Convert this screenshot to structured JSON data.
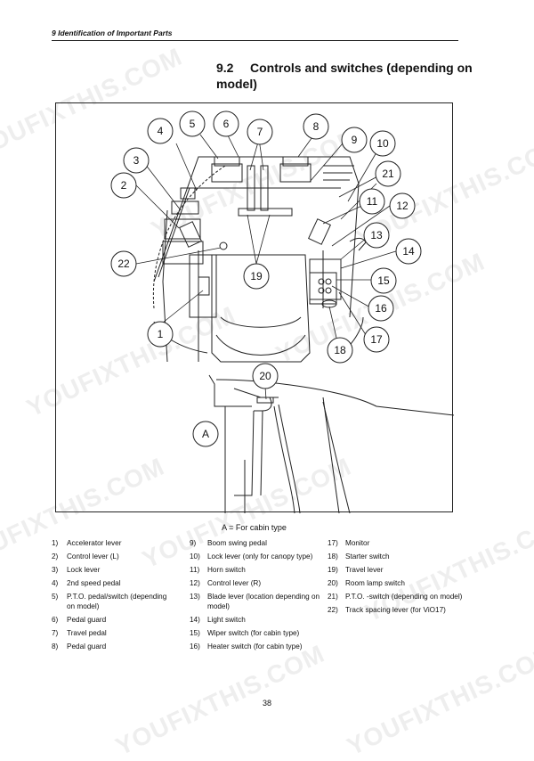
{
  "header": {
    "running_title": "9 Identification of Important Parts"
  },
  "section": {
    "number": "9.2",
    "title": "Controls and switches (depending on model)"
  },
  "figure": {
    "callouts": [
      "1",
      "2",
      "3",
      "4",
      "5",
      "6",
      "7",
      "8",
      "9",
      "10",
      "11",
      "12",
      "13",
      "14",
      "15",
      "16",
      "17",
      "18",
      "19",
      "20",
      "21",
      "22"
    ],
    "inset_label": "A",
    "caption": "A = For cabin type"
  },
  "legend": {
    "col1": [
      {
        "num": "1)",
        "text": "Accelerator lever"
      },
      {
        "num": "2)",
        "text": "Control lever (L)"
      },
      {
        "num": "3)",
        "text": "Lock lever"
      },
      {
        "num": "4)",
        "text": "2nd speed pedal"
      },
      {
        "num": "5)",
        "text": "P.T.O. pedal/switch (depending on model)"
      },
      {
        "num": "6)",
        "text": "Pedal guard"
      },
      {
        "num": "7)",
        "text": "Travel pedal"
      },
      {
        "num": "8)",
        "text": "Pedal guard"
      }
    ],
    "col2": [
      {
        "num": "9)",
        "text": "Boom swing pedal"
      },
      {
        "num": "10)",
        "text": "Lock lever (only for canopy type)"
      },
      {
        "num": "11)",
        "text": "Horn switch"
      },
      {
        "num": "12)",
        "text": "Control lever (R)"
      },
      {
        "num": "13)",
        "text": "Blade lever  (location depending on model)"
      },
      {
        "num": "14)",
        "text": "Light switch"
      },
      {
        "num": "15)",
        "text": "Wiper switch (for cabin type)"
      },
      {
        "num": "16)",
        "text": "Heater switch (for cabin type)"
      }
    ],
    "col3": [
      {
        "num": "17)",
        "text": "Monitor"
      },
      {
        "num": "18)",
        "text": "Starter switch"
      },
      {
        "num": "19)",
        "text": "Travel lever"
      },
      {
        "num": "20)",
        "text": "Room lamp switch"
      },
      {
        "num": "21)",
        "text": "P.T.O. -switch (depending on model)"
      },
      {
        "num": "22)",
        "text": "Track spacing lever (for ViO17)"
      }
    ]
  },
  "footer": {
    "page_number": "38"
  },
  "watermark": {
    "text": "YOUFIXTHIS.COM"
  }
}
